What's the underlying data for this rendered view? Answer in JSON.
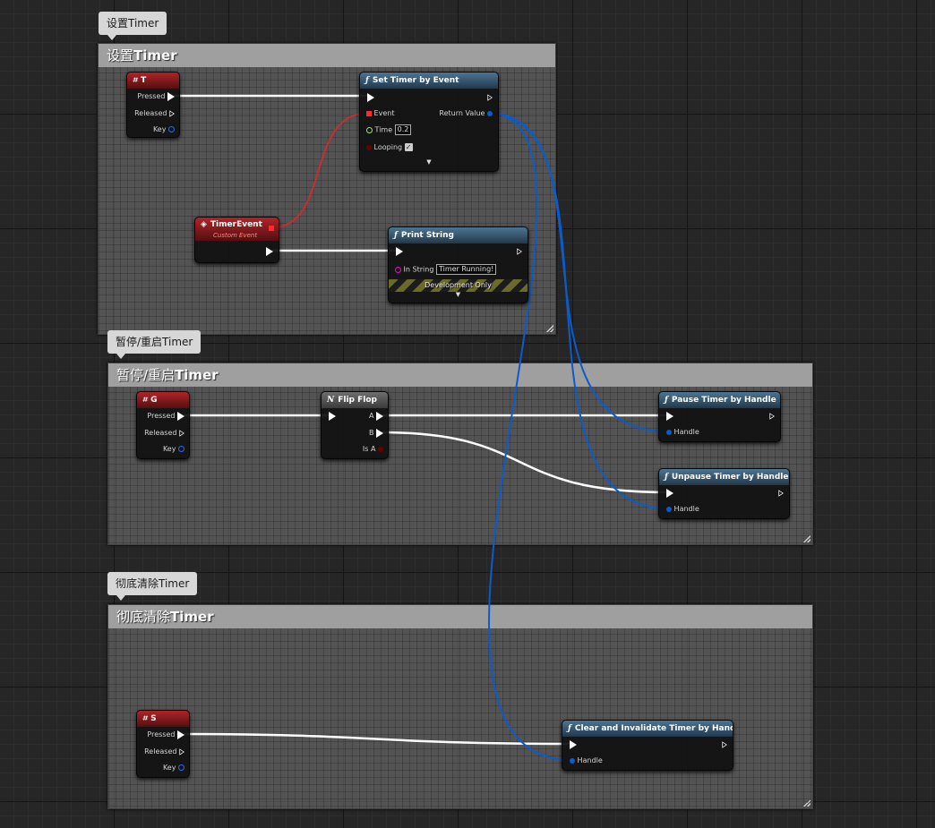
{
  "comments": [
    {
      "bubble": "设置Timer",
      "title_cn": "设置",
      "title_en": "Timer"
    },
    {
      "bubble": "暂停/重启Timer",
      "title_cn": "暂停/重启",
      "title_en": "Timer"
    },
    {
      "bubble": "彻底清除Timer",
      "title_cn": "彻底清除",
      "title_en": "Timer"
    }
  ],
  "nodes": {
    "key_t": {
      "title": "T",
      "pressed": "Pressed",
      "released": "Released",
      "key": "Key"
    },
    "set_timer": {
      "title": "Set Timer by Event",
      "event": "Event",
      "return_value": "Return Value",
      "time": "Time",
      "time_value": "0.2",
      "looping": "Looping",
      "looping_checked": true
    },
    "timer_event": {
      "title": "TimerEvent",
      "subtitle": "Custom Event"
    },
    "print_string": {
      "title": "Print String",
      "in_string": "In String",
      "in_string_value": "Timer Running!",
      "dev_only": "Development Only"
    },
    "key_g": {
      "title": "G",
      "pressed": "Pressed",
      "released": "Released",
      "key": "Key"
    },
    "flip_flop": {
      "title": "Flip Flop",
      "a": "A",
      "b": "B",
      "is_a": "Is A"
    },
    "pause_timer": {
      "title": "Pause Timer by Handle",
      "handle": "Handle"
    },
    "unpause_timer": {
      "title": "Unpause Timer by Handle",
      "handle": "Handle"
    },
    "key_s": {
      "title": "S",
      "pressed": "Pressed",
      "released": "Released",
      "key": "Key"
    },
    "clear_timer": {
      "title": "Clear and Invalidate Timer by Handle",
      "handle": "Handle"
    }
  },
  "icons": {
    "function": "function-icon",
    "key_event": "key-event-icon",
    "custom_event": "custom-event-icon",
    "flipflop": "flipflop-icon"
  },
  "colors": {
    "exec": "#ffffff",
    "handle_pin": "#0a5ccc",
    "event_pin": "#ff2a2a",
    "float_pin": "#9be36c",
    "string_pin": "#ff00d4",
    "bool_pin": "#8a0000",
    "key_pin": "#1e6bff"
  }
}
